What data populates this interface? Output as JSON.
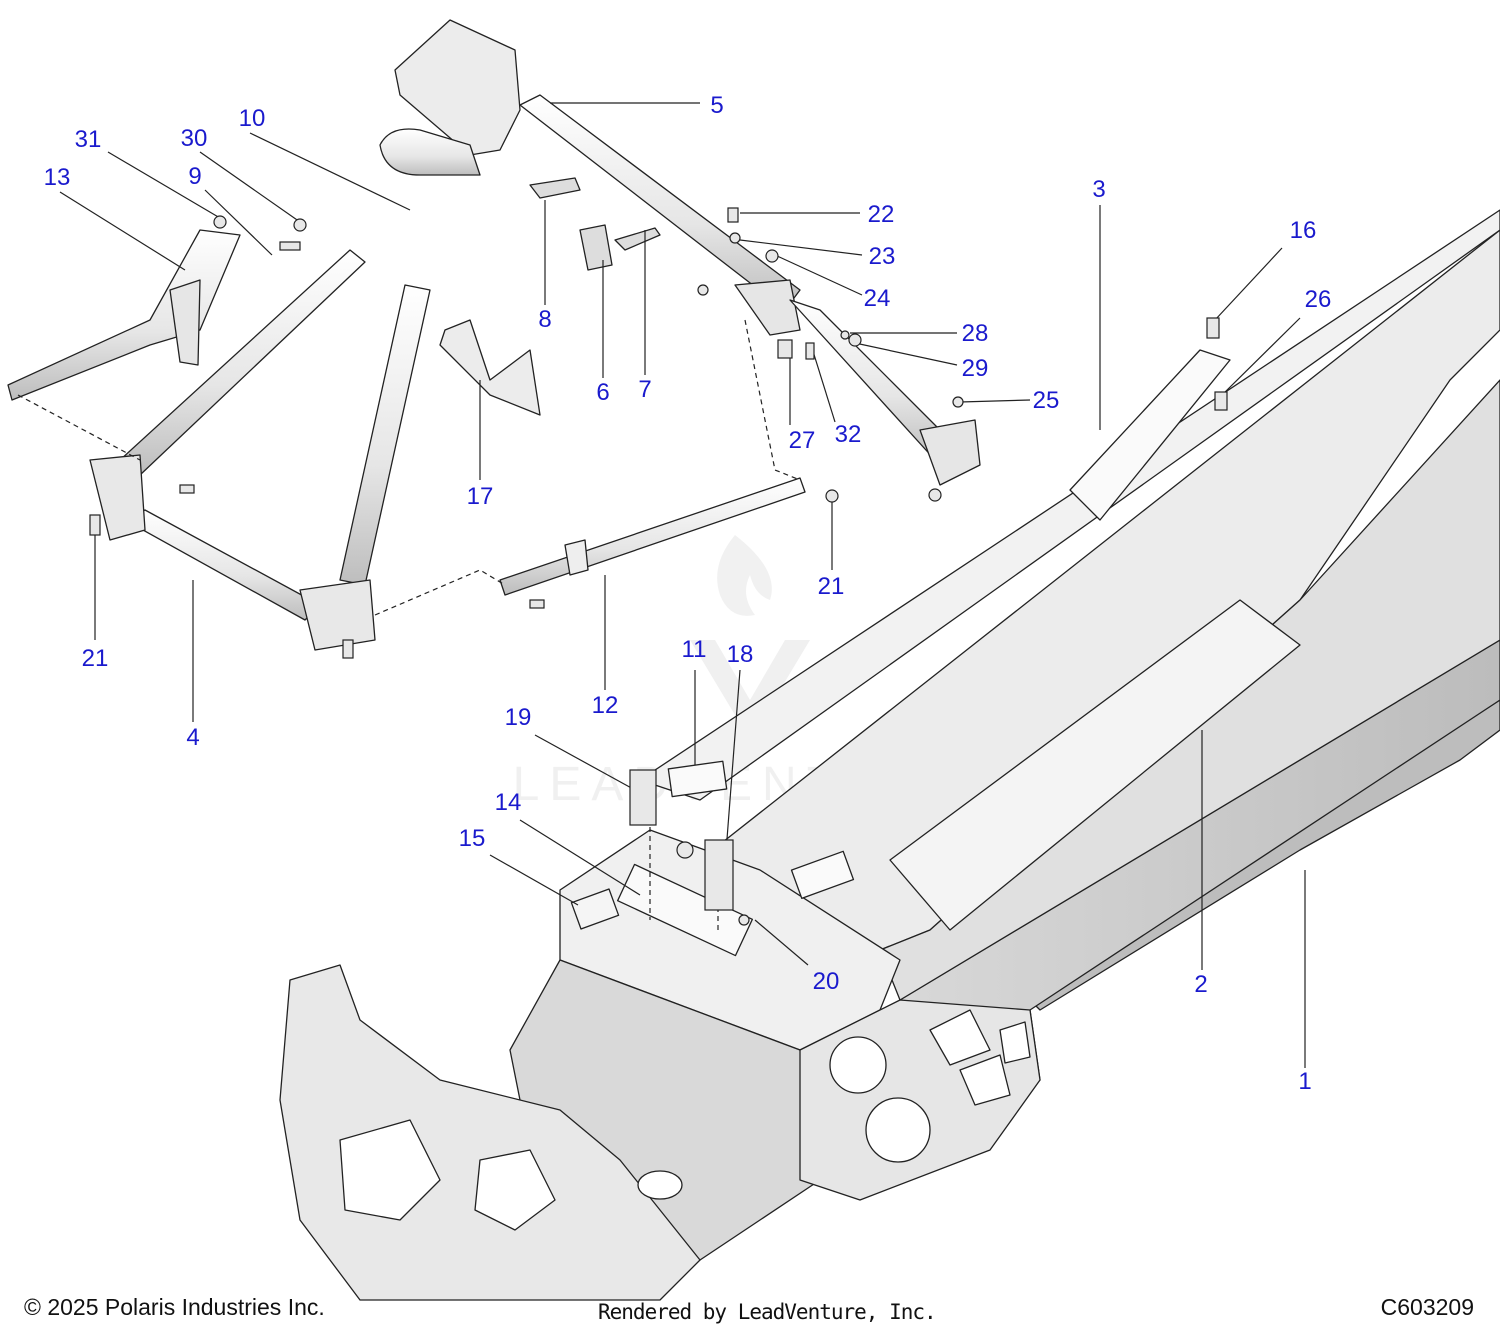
{
  "callouts": [
    "1",
    "2",
    "3",
    "4",
    "5",
    "6",
    "7",
    "8",
    "9",
    "10",
    "11",
    "12",
    "13",
    "14",
    "15",
    "16",
    "17",
    "18",
    "19",
    "20",
    "21",
    "21",
    "22",
    "23",
    "24",
    "25",
    "26",
    "27",
    "28",
    "29",
    "30",
    "31",
    "32"
  ],
  "footer": {
    "copyright": "© 2025 Polaris Industries Inc.",
    "rendered_by": "Rendered by LeadVenture, Inc.",
    "diagram_id": "C603209"
  },
  "watermark": "LEADVENTURE",
  "colors": {
    "callout": "#1a1acd",
    "line": "#222222",
    "part_fill": "#eeeeee",
    "shade": "#d4d4d4"
  }
}
